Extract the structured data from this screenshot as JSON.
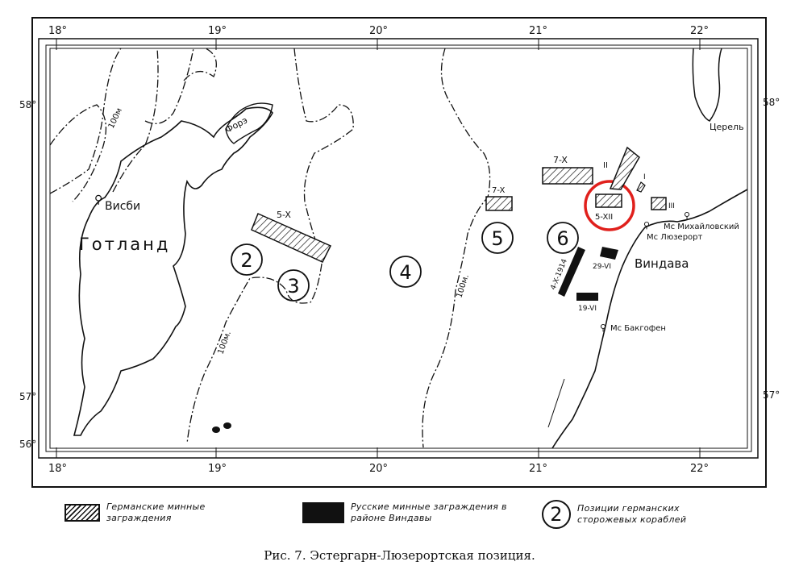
{
  "map": {
    "longitude_labels": [
      "18°",
      "19°",
      "20°",
      "21°",
      "22°"
    ],
    "latitude_labels_left": [
      "58°",
      "57°",
      "56°"
    ],
    "latitude_labels_right": [
      "58°",
      "57°"
    ],
    "places": {
      "gotland": "Готланд",
      "visby": "Висби",
      "faro": "Форэ",
      "tserel": "Церель",
      "vindava": "Виндава",
      "mikhailovsky": "Мс Михайловский",
      "luserort": "Мс Люзерорт",
      "bakgofen": "Мс Бакгофен"
    },
    "depth_labels": [
      "100м",
      "100м.",
      "100м."
    ],
    "positions": [
      "2",
      "3",
      "4",
      "5",
      "6"
    ],
    "german_minefields": [
      "5-X",
      "7-X",
      "7-X",
      "5-XII",
      "II",
      "I",
      "III"
    ],
    "russian_minefields": [
      "4-X-1914",
      "29-VI",
      "19-VI"
    ],
    "highlight_color": "#e0201c"
  },
  "legend": {
    "german_minefields": "Германские минные заграждения",
    "russian_minefields": "Русские минные заграждения в районе Виндавы",
    "patrol_positions_symbol": "2",
    "patrol_positions": "Позиции германских сторожевых кораблей"
  },
  "caption": "Рис. 7. Эстергарн-Люзерортская позиция."
}
